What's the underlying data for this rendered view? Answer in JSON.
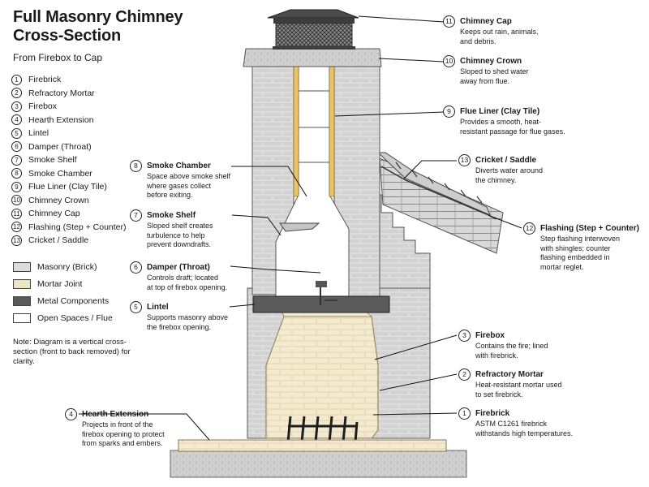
{
  "title": {
    "line1": "Full Masonry Chimney",
    "line2": "Cross-Section"
  },
  "subtitle": "From Firebox to Cap",
  "legend": [
    {
      "num": "1",
      "label": "Firebrick"
    },
    {
      "num": "2",
      "label": "Refractory Mortar"
    },
    {
      "num": "3",
      "label": "Firebox"
    },
    {
      "num": "4",
      "label": "Hearth Extension"
    },
    {
      "num": "5",
      "label": "Lintel"
    },
    {
      "num": "6",
      "label": "Damper (Throat)"
    },
    {
      "num": "7",
      "label": "Smoke Shelf"
    },
    {
      "num": "8",
      "label": "Smoke Chamber"
    },
    {
      "num": "9",
      "label": "Flue Liner (Clay Tile)"
    },
    {
      "num": "10",
      "label": "Chimney Crown"
    },
    {
      "num": "11",
      "label": "Chimney Cap"
    },
    {
      "num": "12",
      "label": "Flashing (Step + Counter)"
    },
    {
      "num": "13",
      "label": "Cricket / Saddle"
    }
  ],
  "materials": [
    {
      "label": "Masonry (Brick)",
      "color": "#dcdcdc"
    },
    {
      "label": "Mortar Joint",
      "color": "#efe4c2"
    },
    {
      "label": "Metal Components",
      "color": "#5a5a5a"
    },
    {
      "label": "Open Spaces / Flue",
      "color": "#ffffff"
    }
  ],
  "note": "Note: Diagram is a vertical cross-section (front to back removed) for clarity.",
  "callouts": {
    "c11": {
      "num": "11",
      "title": "Chimney Cap",
      "desc": [
        "Keeps out rain, animals,",
        "and debris."
      ]
    },
    "c10": {
      "num": "10",
      "title": "Chimney Crown",
      "desc": [
        "Sloped to shed water",
        "away from flue."
      ]
    },
    "c9": {
      "num": "9",
      "title": "Flue Liner (Clay Tile)",
      "desc": [
        "Provides a smooth, heat-",
        "resistant passage for flue gases."
      ]
    },
    "c13": {
      "num": "13",
      "title": "Cricket / Saddle",
      "desc": [
        "Diverts water around",
        "the chimney."
      ]
    },
    "c12": {
      "num": "12",
      "title": "Flashing (Step + Counter)",
      "desc": [
        "Step flashing interwoven",
        "with shingles; counter",
        "flashing embedded in",
        "mortar reglet."
      ]
    },
    "c8": {
      "num": "8",
      "title": "Smoke Chamber",
      "desc": [
        "Space above smoke shelf",
        "where gases collect",
        "before exiting."
      ]
    },
    "c7": {
      "num": "7",
      "title": "Smoke Shelf",
      "desc": [
        "Sloped shelf creates",
        "turbulence to help",
        "prevent downdrafts."
      ]
    },
    "c6": {
      "num": "6",
      "title": "Damper (Throat)",
      "desc": [
        "Controls draft; located",
        "at top of firebox opening."
      ]
    },
    "c5": {
      "num": "5",
      "title": "Lintel",
      "desc": [
        "Supports masonry above",
        "the firebox opening."
      ]
    },
    "c3": {
      "num": "3",
      "title": "Firebox",
      "desc": [
        "Contains the fire; lined",
        "with firebrick."
      ]
    },
    "c2": {
      "num": "2",
      "title": "Refractory Mortar",
      "desc": [
        "Heat-resistant mortar used",
        "to set firebrick."
      ]
    },
    "c1": {
      "num": "1",
      "title": "Firebrick",
      "desc": [
        "ASTM C1261 firebrick",
        "withstands high temperatures."
      ]
    },
    "c4": {
      "num": "4",
      "title": "Hearth Extension",
      "desc": [
        "Projects in front of the",
        "firebox opening to protect",
        "from sparks and embers."
      ]
    }
  }
}
